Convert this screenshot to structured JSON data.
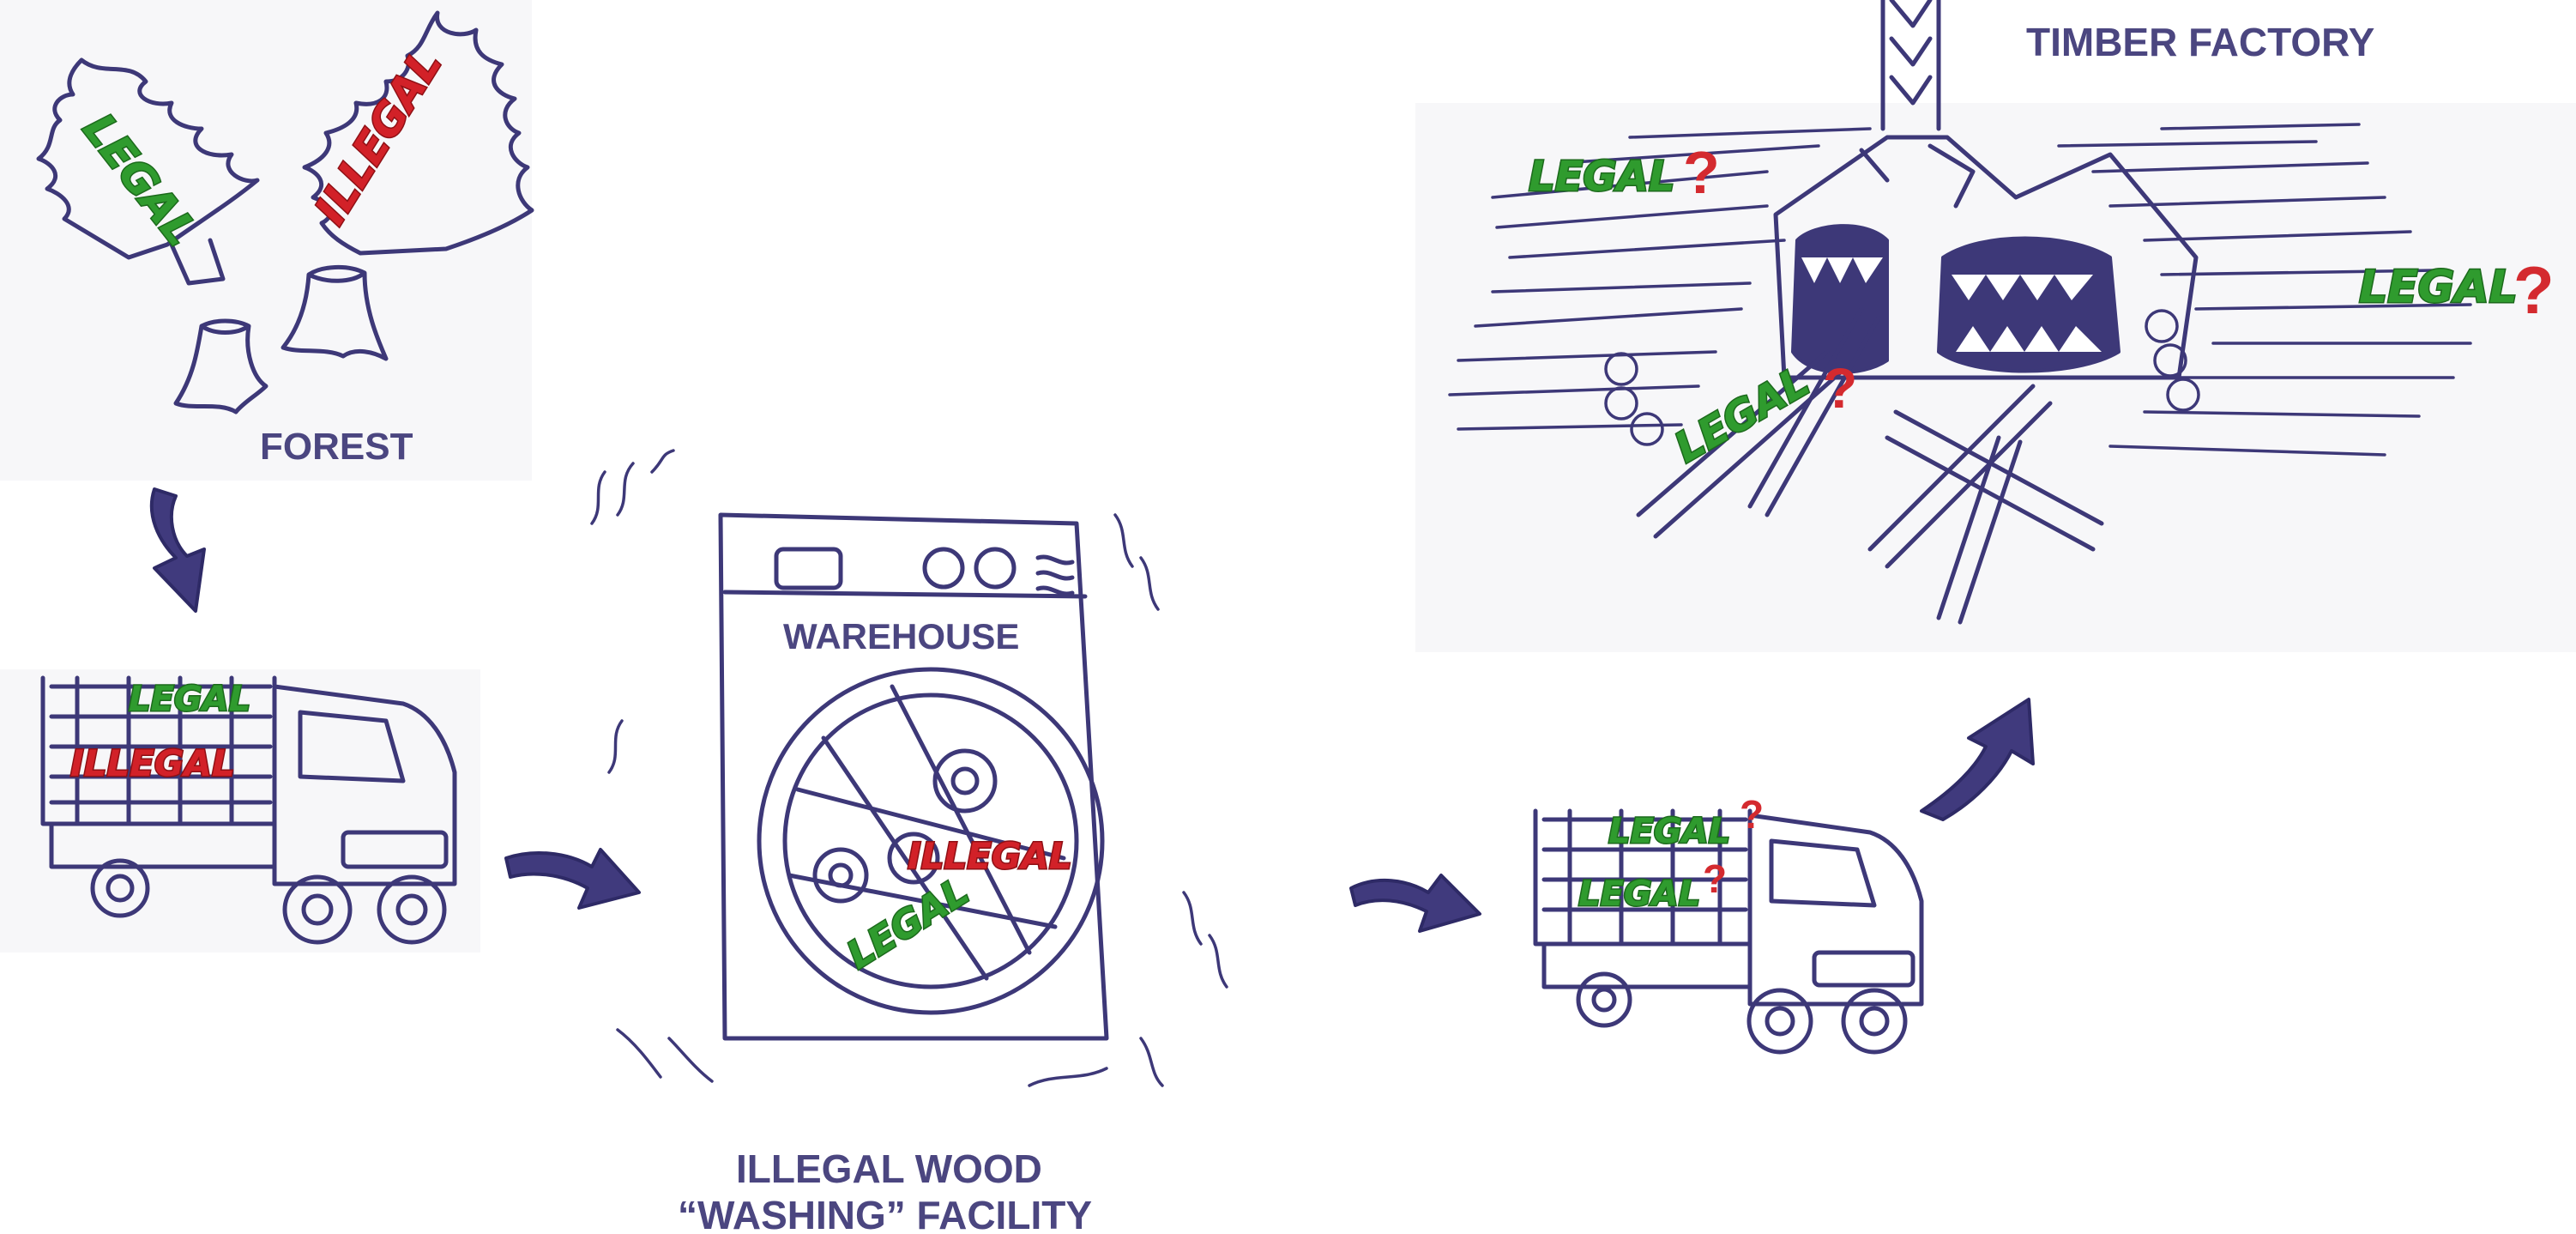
{
  "captions": {
    "forest": "FOREST",
    "warehouse": "WAREHOUSE",
    "facility_line1": "ILLEGAL WOOD",
    "facility_line2": "“WASHING” FACILITY",
    "factory": "TIMBER FACTORY"
  },
  "labels": {
    "legal": "LEGAL",
    "illegal": "ILLEGAL",
    "question": "?"
  },
  "colors": {
    "ink": "#3d3878",
    "caption": "#4b4680",
    "legal": "#2f9b2e",
    "illegal": "#d22128",
    "question": "#d42a2f"
  },
  "icons": [
    "tree-icon",
    "stump-icon",
    "truck-icon",
    "washing-machine-icon",
    "log-pile-icon",
    "shredder-monster-icon",
    "curved-arrow-icon"
  ]
}
